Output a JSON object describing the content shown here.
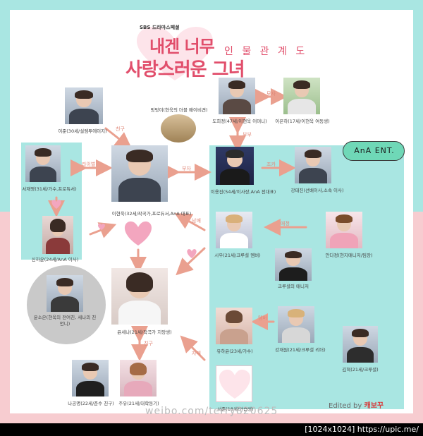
{
  "logo": {
    "channel": "SBS 드라마스페셜",
    "line1": "내겐 너무",
    "line2": "사랑스러운 그녀"
  },
  "title": "인 물  관 계 도",
  "badge": "AnA ENT.",
  "nodes": [
    {
      "id": "p1",
      "caption": "이현욱(32세/작곡가,프로듀서,AnA 대표)"
    },
    {
      "id": "p2",
      "caption": "윤세나(21세/작곡가 지망생)"
    },
    {
      "id": "p3",
      "caption": "이준(30세/설렘투에이지)"
    },
    {
      "id": "p4",
      "caption": "멍멍이(현욱의 더블 배이비견)"
    },
    {
      "id": "p5",
      "caption": "도희정(47세/이현욱 어머니)"
    },
    {
      "id": "p6",
      "caption": "이은하(17세/이현욱 여동생)"
    },
    {
      "id": "p7",
      "caption": "서재영(31세/가수,프로듀서)"
    },
    {
      "id": "p8",
      "caption": "신하윤(24세/AnA 이사)"
    },
    {
      "id": "p9",
      "caption": "이용진(54세/이사장,AnA 전대표)"
    },
    {
      "id": "p10",
      "caption": "강태진(선배이사,소속 이사)"
    },
    {
      "id": "p11",
      "caption": "시우(21세/크루셜 멤버)"
    },
    {
      "id": "p12",
      "caption": "안다정(현지매니저/팀장)"
    },
    {
      "id": "p13",
      "caption": "크루셜의 매니저"
    },
    {
      "id": "p14",
      "caption": "윤소은(현욱의 전여친, 세나의 친언니)"
    },
    {
      "id": "p15",
      "caption": "유하윤(23세/가수)"
    },
    {
      "id": "p16",
      "caption": "강재원(21세/크루셜 리더)"
    },
    {
      "id": "p17",
      "caption": "김혁(21세/크루셜)"
    },
    {
      "id": "p18",
      "caption": "서준(18세/연습생)"
    },
    {
      "id": "p19",
      "caption": "나공명(22세/준수 친구)"
    },
    {
      "id": "p20",
      "caption": "주유(21세/대학동기)"
    }
  ],
  "labels": {
    "friend1": "친구",
    "rival": "라이벌",
    "father": "부자",
    "mother_son": "모자",
    "sibling": "남매",
    "couple": "부부",
    "love": "애정",
    "cousin": "조카",
    "bandmate": "멤버",
    "friend2": "친구",
    "fan": "팬",
    "sisters": "자매"
  },
  "edited_by": "Edited by",
  "editor": "캐보꾸",
  "watermark": "weibo.com/terry820625",
  "footer": "[1024x1024] https://upic.me/"
}
